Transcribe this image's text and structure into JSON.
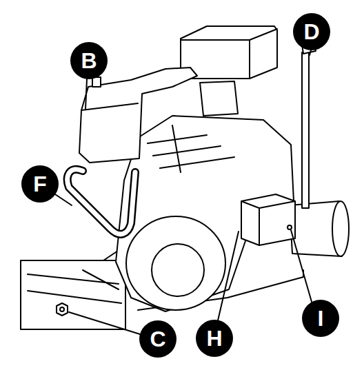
{
  "diagram": {
    "labels": [
      "B",
      "D",
      "F",
      "C",
      "H",
      "I"
    ]
  }
}
